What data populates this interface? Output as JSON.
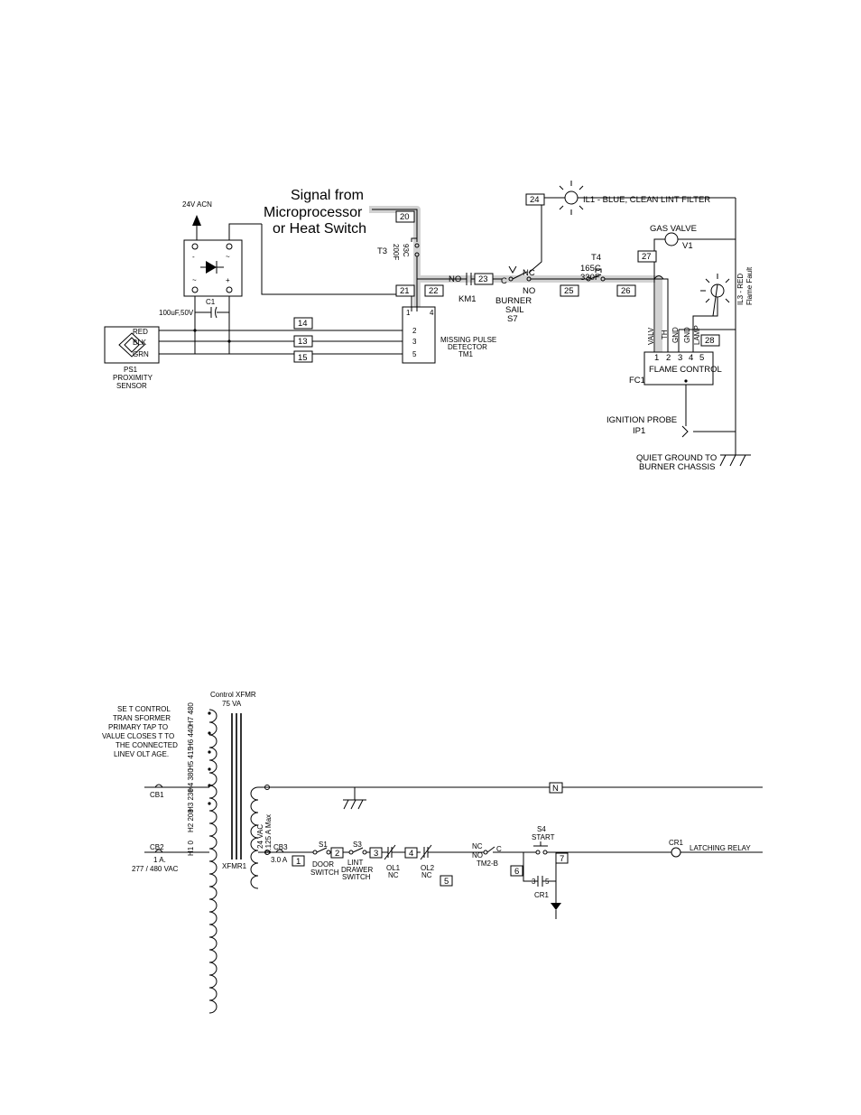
{
  "top": {
    "signal_note": [
      "Signal from",
      "Microprocessor",
      "or Heat Switch"
    ],
    "supply": "24V ACN",
    "bridge_marks": [
      "-",
      "~",
      "~",
      "+"
    ],
    "c1_label": "C1",
    "c1_value": "100uF,50V",
    "sensor": [
      "PS1",
      "PROXIMITY",
      "SENSOR"
    ],
    "wire_colors": [
      "RED",
      "BLK",
      "GRN"
    ],
    "detector": [
      "MISSING PULSE",
      "DETECTOR",
      "TM1"
    ],
    "detector_pins": [
      "1",
      "4",
      "2",
      "3",
      "5"
    ],
    "t3": [
      "T3",
      "93C",
      "200F"
    ],
    "km1": [
      "NO",
      "KM1"
    ],
    "burner_sail": [
      "C",
      "NC",
      "NO",
      "BURNER",
      "SAIL",
      "S7"
    ],
    "t4": [
      "T4",
      "165C",
      "330F"
    ],
    "il1": "IL1 - BLUE, CLEAN LINT FILTER",
    "gas_valve": [
      "GAS VALVE",
      "V1"
    ],
    "il3": [
      "IL3 - RED",
      "Flame Fault"
    ],
    "flame_control": "FLAME CONTROL",
    "fc_tag": "FC1",
    "fc_terminals": [
      "1",
      "2",
      "3",
      "4",
      "5"
    ],
    "fc_wires": [
      "VALV",
      "TH",
      "GND",
      "GND",
      "LAMP"
    ],
    "ignition_probe": [
      "IGNITION PROBE",
      "IP1"
    ],
    "quiet_ground": [
      "QUIET GROUND TO",
      "BURNER CHASSIS"
    ],
    "wire_numbers": [
      "20",
      "21",
      "22",
      "23",
      "24",
      "25",
      "26",
      "27",
      "28",
      "14",
      "13",
      "15"
    ]
  },
  "bottom": {
    "xfmr_title": [
      "Control XFMR",
      "75 VA"
    ],
    "note": [
      "SE T CONTROL",
      "TRAN SFORMER",
      "PRIMARY TAP TO",
      "VALUE CLOSES T TO",
      "THE CONNECTED",
      "LINEV OLT AGE."
    ],
    "taps": [
      "H7  480",
      "H6  440",
      "H5  415",
      "H4  380",
      "H3  230",
      "H2  208",
      "H1  0"
    ],
    "secondary": [
      "24 VAC",
      "3.125 A Max"
    ],
    "xfmr_tag": "XFMR1",
    "cb1": "CB1",
    "cb2": [
      "CB2",
      "1 A.",
      "277 / 480 VAC"
    ],
    "cb3": [
      "CB3",
      "3.0  A"
    ],
    "neutral": "N",
    "s1": [
      "S1",
      "DOOR",
      "SWITCH"
    ],
    "s3": [
      "S3",
      "LINT",
      "DRAWER",
      "SWITCH"
    ],
    "ol1": [
      "OL1",
      "NC"
    ],
    "ol2": [
      "OL2",
      "NC"
    ],
    "tm2": [
      "NC",
      "NO",
      "C",
      "TM2-B"
    ],
    "s4": [
      "S4",
      "START"
    ],
    "cr1_contact": [
      "3",
      "5",
      "CR1"
    ],
    "cr1_coil": [
      "CR1",
      "LATCHING RELAY"
    ],
    "wire_numbers": [
      "1",
      "2",
      "3",
      "4",
      "5",
      "6",
      "7"
    ]
  }
}
